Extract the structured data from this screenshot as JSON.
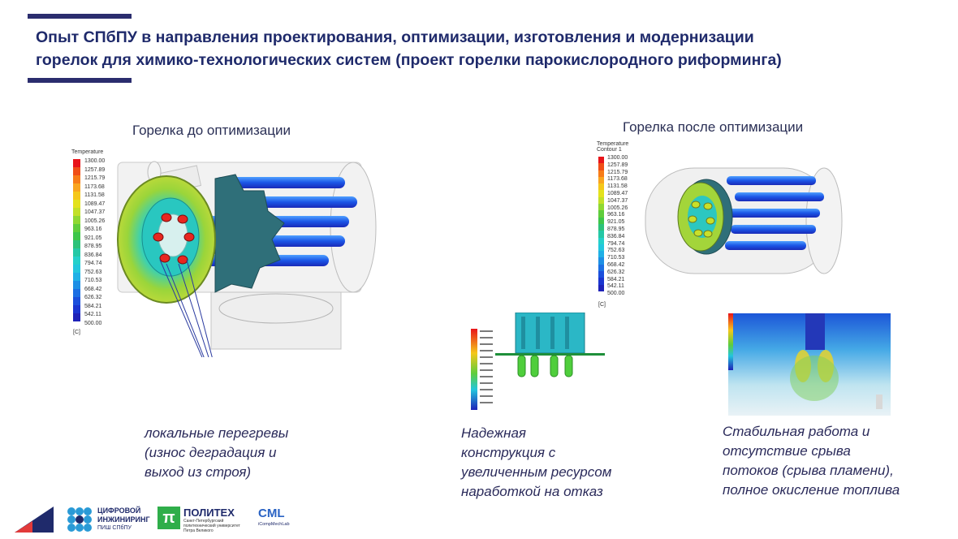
{
  "slide": {
    "title_line1": "Опыт СПбПУ в направления проектирования, оптимизации, изготовления и модернизации",
    "title_line2": "горелок для химико-технологических систем (проект  горелки парокислородного риформинга)",
    "left_heading": "Горелка до оптимизации",
    "right_heading": "Горелка после оптимизации",
    "caption_left": [
      "локальные перегревы",
      "(износ деградация и",
      "выход из строя)"
    ],
    "caption_mid": [
      "Надежная",
      "конструкция с",
      "увеличенным ресурсом",
      "наработкой на отказ"
    ],
    "caption_right": [
      "Стабильная работа и",
      "отсутствие срыва",
      "потоков (срыва пламени),",
      "полное окисление топлива"
    ]
  },
  "legend_left": {
    "title": "Temperature",
    "values": [
      "1300.00",
      "1257.89",
      "1215.79",
      "1173.68",
      "1131.58",
      "1089.47",
      "1047.37",
      "1005.26",
      "963.16",
      "921.05",
      "878.95",
      "836.84",
      "794.74",
      "752.63",
      "710.53",
      "668.42",
      "626.32",
      "584.21",
      "542.11",
      "500.00"
    ],
    "unit": "[C]"
  },
  "legend_right": {
    "title": "Temperature",
    "subtitle": "Contour 1",
    "values": [
      "1300.00",
      "1257.89",
      "1215.79",
      "1173.68",
      "1131.58",
      "1089.47",
      "1047.37",
      "1005.26",
      "963.16",
      "921.05",
      "878.95",
      "836.84",
      "794.74",
      "752.63",
      "710.53",
      "668.42",
      "626.32",
      "584.21",
      "542.11",
      "500.00"
    ],
    "unit": "[C]"
  },
  "logos": {
    "l2_line1": "ЦИФРОВОЙ",
    "l2_line2": "ИНЖИНИРИНГ",
    "l2_line3": "ПИШ СПбПУ",
    "l3_name": "ПОЛИТЕХ",
    "l3_sub1": "Санкт-Петербургский",
    "l3_sub2": "политехнический университет",
    "l3_sub3": "Петра Великого",
    "l4_name": "CML",
    "l4_sub": "iCompMechLab"
  },
  "colors": {
    "navy": "#2b2d6e",
    "title": "#1f2a6b",
    "ramp": [
      "#e8141a",
      "#f04e17",
      "#f77c18",
      "#f9a51f",
      "#f5c71a",
      "#e3e21d",
      "#c2e028",
      "#8fd832",
      "#5fcd3c",
      "#3ec64a",
      "#2cc27a",
      "#25c8a6",
      "#25d0ca",
      "#22c6dd",
      "#1fb0e6",
      "#1d8fe5",
      "#1c6fe3",
      "#1b4fdc",
      "#1a35d0",
      "#1e22b8"
    ]
  }
}
